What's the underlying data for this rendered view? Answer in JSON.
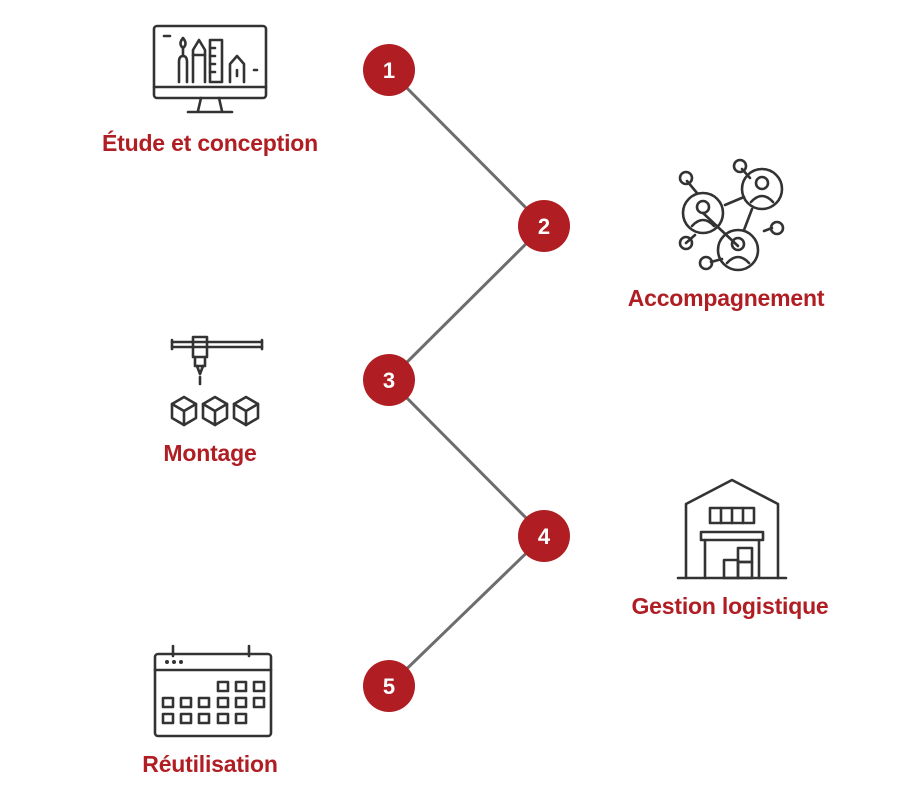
{
  "steps": [
    {
      "number": "1",
      "label": "Étude et conception",
      "icon": "design-monitor-icon"
    },
    {
      "number": "2",
      "label": "Accompagnement",
      "icon": "network-people-icon"
    },
    {
      "number": "3",
      "label": "Montage",
      "icon": "assembly-machine-icon"
    },
    {
      "number": "4",
      "label": "Gestion logistique",
      "icon": "warehouse-icon"
    },
    {
      "number": "5",
      "label": "Réutilisation",
      "icon": "calendar-icon"
    }
  ],
  "colors": {
    "accent": "#b01e23",
    "line": "#6d6d6d",
    "icon": "#333333"
  }
}
